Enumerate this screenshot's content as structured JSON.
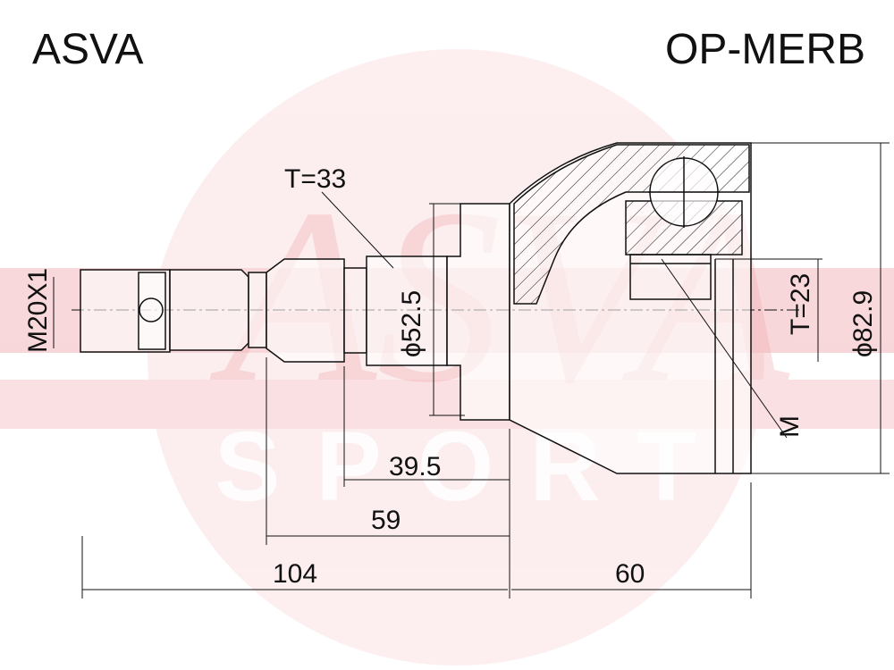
{
  "header": {
    "brand": "ASVA",
    "part_number": "OP-MERB"
  },
  "watermark": {
    "logo_text": "ASVA",
    "sub_text": "SPORT",
    "color": "#e8666e"
  },
  "labels": {
    "thread": "M20X1",
    "teeth_shaft": "T=33",
    "teeth_cup": "T=23",
    "diameter_shaft": "ϕ52.5",
    "diameter_outer": "ϕ82.9",
    "m_label": "M",
    "dim_39_5": "39.5",
    "dim_59": "59",
    "dim_104": "104",
    "dim_60": "60"
  },
  "colors": {
    "line": "#111111",
    "band": "#f3b8bc",
    "circle": "#fbe1e3"
  }
}
